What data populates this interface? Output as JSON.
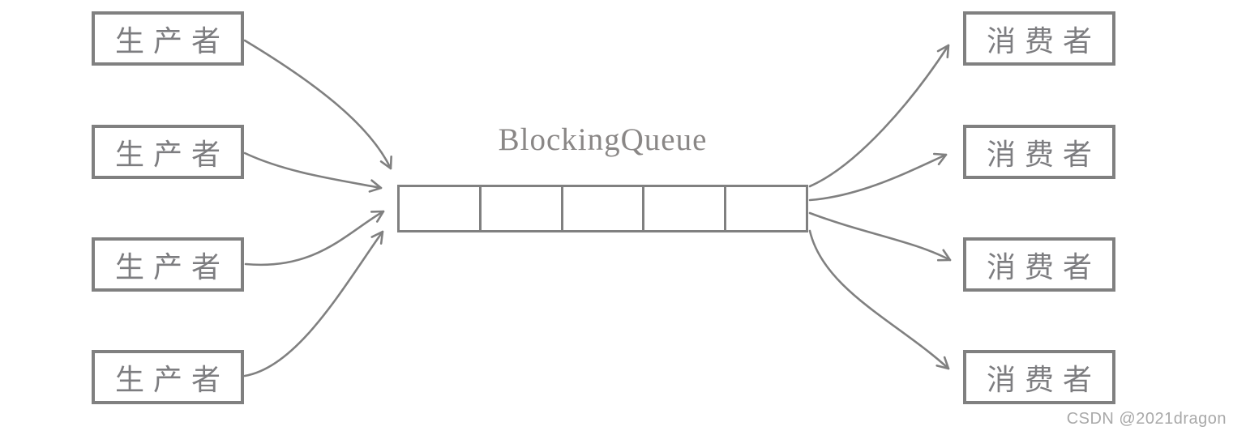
{
  "diagram": {
    "title": "BlockingQueue",
    "producers": [
      {
        "label": "生产者"
      },
      {
        "label": "生产者"
      },
      {
        "label": "生产者"
      },
      {
        "label": "生产者"
      }
    ],
    "consumers": [
      {
        "label": "消费者"
      },
      {
        "label": "消费者"
      },
      {
        "label": "消费者"
      },
      {
        "label": "消费者"
      }
    ],
    "queue": {
      "cell_count": 5
    },
    "watermark": "CSDN @2021dragon",
    "colors": {
      "line": "#808080",
      "title_text": "#8a8786",
      "box_text": "#7d7d80",
      "watermark_text": "#a9a9a9"
    }
  }
}
